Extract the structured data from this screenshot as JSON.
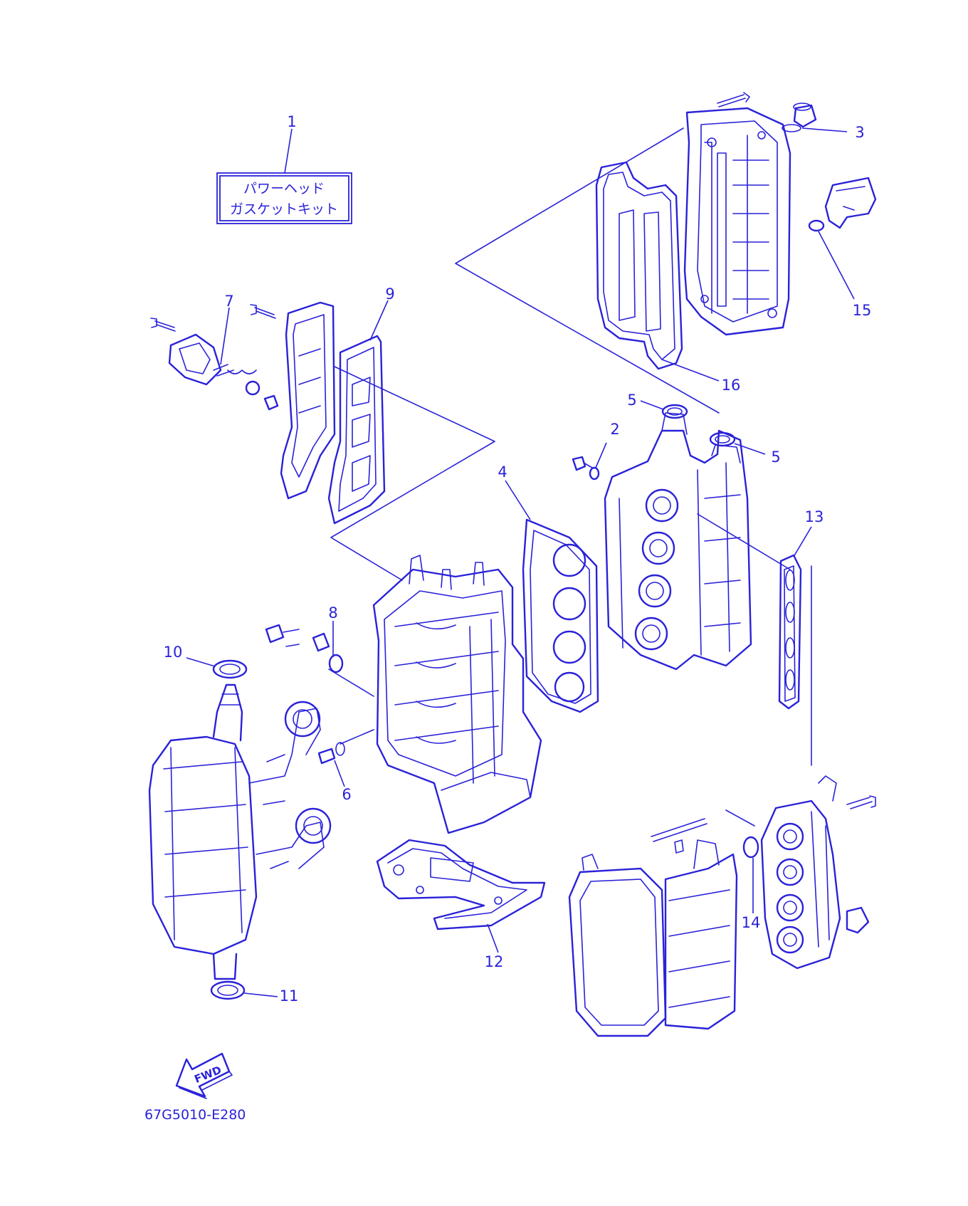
{
  "kit_label": {
    "line1": "パワーヘッド",
    "line2": "ガスケットキット"
  },
  "callouts": {
    "c1": "1",
    "c2": "2",
    "c3": "3",
    "c4": "4",
    "c5a": "5",
    "c5b": "5",
    "c6": "6",
    "c7": "7",
    "c8": "8",
    "c9": "9",
    "c10": "10",
    "c11": "11",
    "c12": "12",
    "c13": "13",
    "c14": "14",
    "c15": "15",
    "c16": "16"
  },
  "fwd_label": "FWD",
  "drawing_code": "67G5010-E280",
  "line_color": "#2a22d8"
}
